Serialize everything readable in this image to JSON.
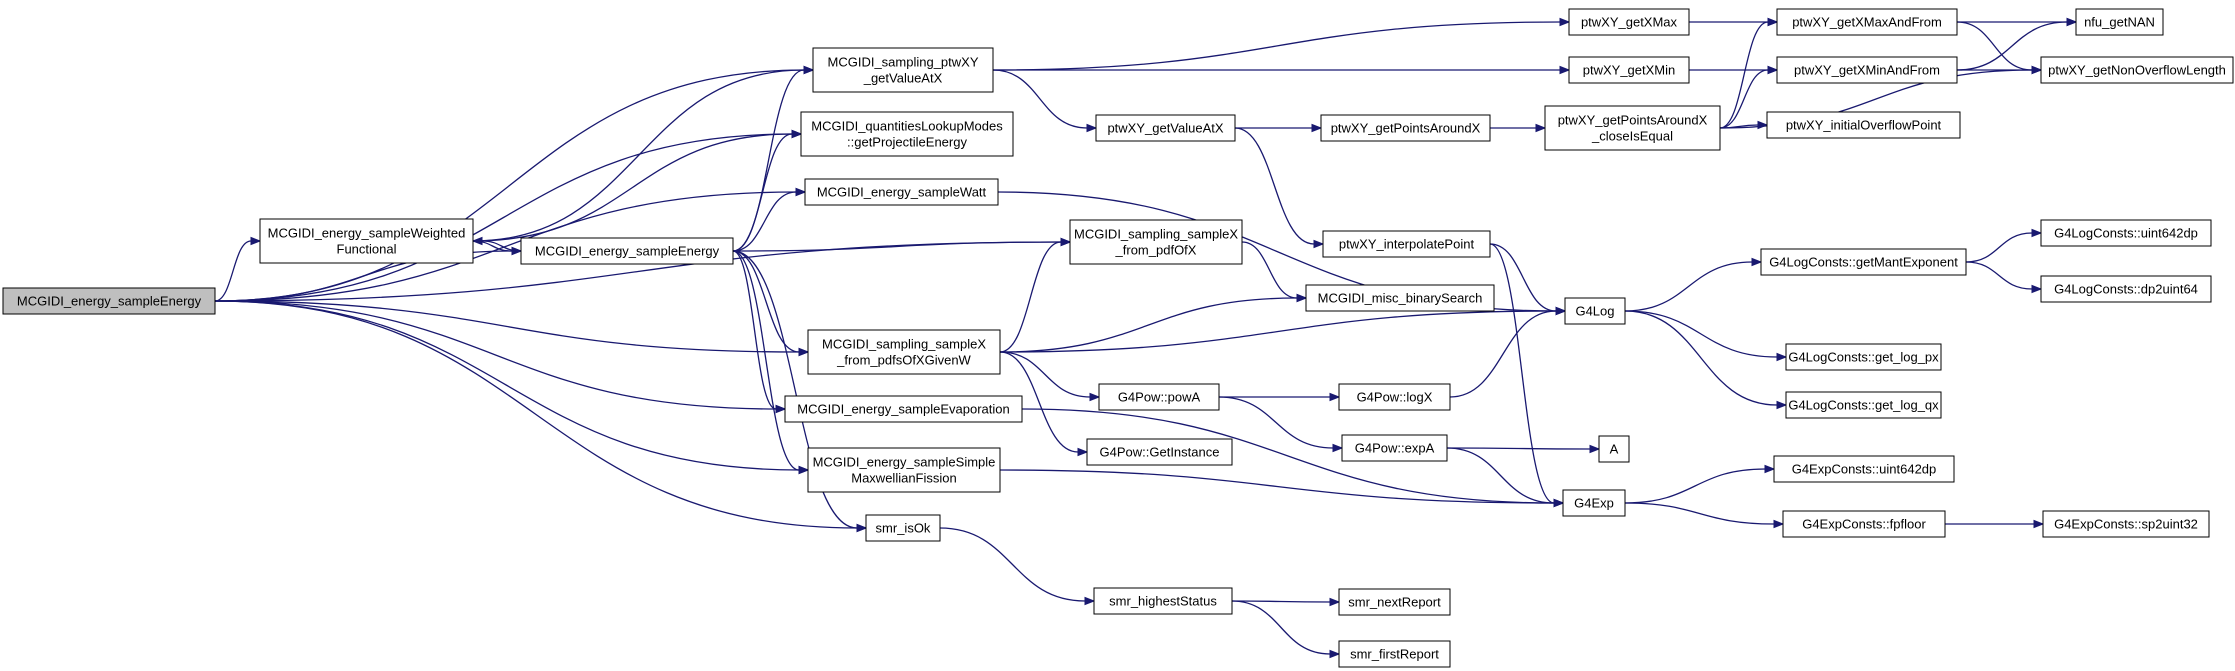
{
  "diagram": {
    "type": "call-graph",
    "nodes": [
      {
        "id": "root",
        "label": [
          "MCGIDI_energy_sampleEnergy"
        ],
        "root": true
      },
      {
        "id": "weighted",
        "label": [
          "MCGIDI_energy_sampleWeighted",
          "Functional"
        ]
      },
      {
        "id": "sampleEnergy2",
        "label": [
          "MCGIDI_energy_sampleEnergy"
        ]
      },
      {
        "id": "ptwxyGetValueAtX",
        "label": [
          "MCGIDI_sampling_ptwXY",
          "_getValueAtX"
        ]
      },
      {
        "id": "quantities",
        "label": [
          "MCGIDI_quantitiesLookupModes",
          "::getProjectileEnergy"
        ]
      },
      {
        "id": "watt",
        "label": [
          "MCGIDI_energy_sampleWatt"
        ]
      },
      {
        "id": "sampleXpdf",
        "label": [
          "MCGIDI_sampling_sampleX",
          "_from_pdfOfX"
        ]
      },
      {
        "id": "sampleXpdfs",
        "label": [
          "MCGIDI_sampling_sampleX",
          "_from_pdfsOfXGivenW"
        ]
      },
      {
        "id": "evaporation",
        "label": [
          "MCGIDI_energy_sampleEvaporation"
        ]
      },
      {
        "id": "maxwellian",
        "label": [
          "MCGIDI_energy_sampleSimple",
          "MaxwellianFission"
        ]
      },
      {
        "id": "smrIsOk",
        "label": [
          "smr_isOk"
        ]
      },
      {
        "id": "getXMax",
        "label": [
          "ptwXY_getXMax"
        ]
      },
      {
        "id": "getXMin",
        "label": [
          "ptwXY_getXMin"
        ]
      },
      {
        "id": "getValueAtX",
        "label": [
          "ptwXY_getValueAtX"
        ]
      },
      {
        "id": "getXMaxAndFrom",
        "label": [
          "ptwXY_getXMaxAndFrom"
        ]
      },
      {
        "id": "getXMinAndFrom",
        "label": [
          "ptwXY_getXMinAndFrom"
        ]
      },
      {
        "id": "getPointsAroundX",
        "label": [
          "ptwXY_getPointsAroundX"
        ]
      },
      {
        "id": "getPointsAroundXclose",
        "label": [
          "ptwXY_getPointsAroundX",
          "_closeIsEqual"
        ]
      },
      {
        "id": "nfuGetNAN",
        "label": [
          "nfu_getNAN"
        ]
      },
      {
        "id": "getNonOverflowLength",
        "label": [
          "ptwXY_getNonOverflowLength"
        ]
      },
      {
        "id": "initialOverflowPoint",
        "label": [
          "ptwXY_initialOverflowPoint"
        ]
      },
      {
        "id": "interpolatePoint",
        "label": [
          "ptwXY_interpolatePoint"
        ]
      },
      {
        "id": "binarySearch",
        "label": [
          "MCGIDI_misc_binarySearch"
        ]
      },
      {
        "id": "g4log",
        "label": [
          "G4Log"
        ]
      },
      {
        "id": "getMantExponent",
        "label": [
          "G4LogConsts::getMantExponent"
        ]
      },
      {
        "id": "logUint642dp",
        "label": [
          "G4LogConsts::uint642dp"
        ]
      },
      {
        "id": "logDp2uint64",
        "label": [
          "G4LogConsts::dp2uint64"
        ]
      },
      {
        "id": "getLogPx",
        "label": [
          "G4LogConsts::get_log_px"
        ]
      },
      {
        "id": "getLogQx",
        "label": [
          "G4LogConsts::get_log_qx"
        ]
      },
      {
        "id": "powA",
        "label": [
          "G4Pow::powA"
        ]
      },
      {
        "id": "logX",
        "label": [
          "G4Pow::logX"
        ]
      },
      {
        "id": "getInstance",
        "label": [
          "G4Pow::GetInstance"
        ]
      },
      {
        "id": "expA",
        "label": [
          "G4Pow::expA"
        ]
      },
      {
        "id": "A",
        "label": [
          "A"
        ]
      },
      {
        "id": "g4exp",
        "label": [
          "G4Exp"
        ]
      },
      {
        "id": "expUint642dp",
        "label": [
          "G4ExpConsts::uint642dp"
        ]
      },
      {
        "id": "fpfloor",
        "label": [
          "G4ExpConsts::fpfloor"
        ]
      },
      {
        "id": "sp2uint32",
        "label": [
          "G4ExpConsts::sp2uint32"
        ]
      },
      {
        "id": "highestStatus",
        "label": [
          "smr_highestStatus"
        ]
      },
      {
        "id": "nextReport",
        "label": [
          "smr_nextReport"
        ]
      },
      {
        "id": "firstReport",
        "label": [
          "smr_firstReport"
        ]
      }
    ]
  }
}
